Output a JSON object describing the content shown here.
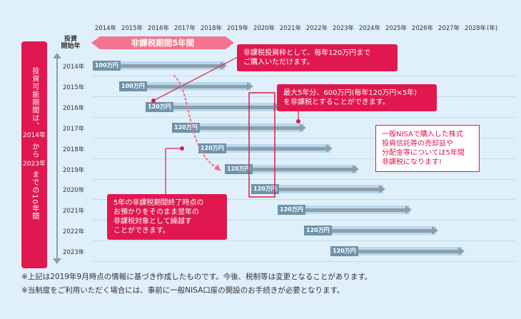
{
  "years": [
    "2014年",
    "2015年",
    "2016年",
    "2017年",
    "2018年",
    "2019年",
    "2020年",
    "2021年",
    "2022年",
    "2023年",
    "2024年",
    "2025年",
    "2026年",
    "2027年",
    "2028年"
  ],
  "year_unit": "(年)",
  "start_year_header": [
    "投資",
    "開始年"
  ],
  "vertical_label": {
    "line1": "投資可能期間は、",
    "year_from": "2014年",
    "kara": "から",
    "year_to": "2023年",
    "made": "までの10年間"
  },
  "tax_free_banner": "非課税期間5年間",
  "rows": [
    {
      "start_year": "2014年",
      "amount": "100万円"
    },
    {
      "start_year": "2015年",
      "amount": "100万円"
    },
    {
      "start_year": "2016年",
      "amount": "120万円"
    },
    {
      "start_year": "2017年",
      "amount": "120万円"
    },
    {
      "start_year": "2018年",
      "amount": "120万円"
    },
    {
      "start_year": "2019年",
      "amount": "120万円"
    },
    {
      "start_year": "2020年",
      "amount": "120万円"
    },
    {
      "start_year": "2021年",
      "amount": "120万円"
    },
    {
      "start_year": "2022年",
      "amount": "120万円"
    },
    {
      "start_year": "2023年",
      "amount": "120万円"
    }
  ],
  "callouts": {
    "annual_limit": [
      "非課税投資枠として、毎年120万円まで",
      "ご購入いただけます。"
    ],
    "max_total": [
      "最大5年分、600万円(毎年120万円×5年)",
      "を非課税とすることができます。"
    ],
    "rollover": [
      "5年の非課税期間終了時点の",
      "お預かりをそのまま翌年の",
      "非課税対象として繰越す",
      "ことができます。"
    ],
    "nisa_info": [
      "一般NISAで購入した株式",
      "投資信託等の売却益や",
      "分配金等については5年間",
      "非課税になります!"
    ]
  },
  "notes": [
    "※上記は2019年9月時点の情報に基づき作成したものです。今後、税制等は変更となることがあります。",
    "※当制度をご利用いただく場合には、事前に一般NISA口座の開設のお手続きが必要となります。"
  ],
  "colors": {
    "accent": "#e0184f",
    "banner": "#f2748e",
    "band": "#b6d9ef",
    "arrow": "#8f9ea8",
    "amount_box": "#6f93ab",
    "background": "#dff0fa"
  }
}
